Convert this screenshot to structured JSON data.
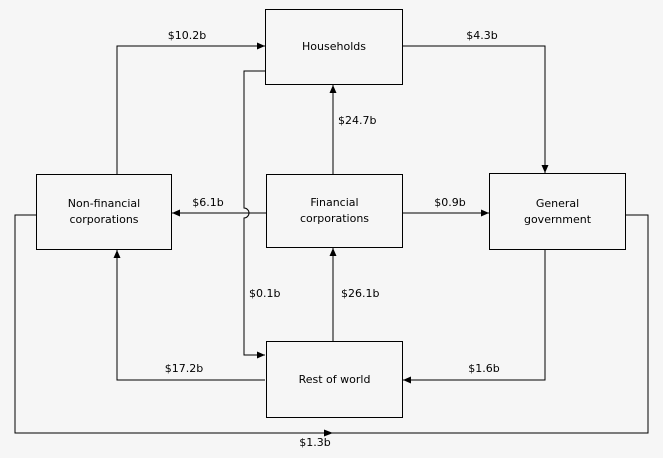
{
  "diagram": {
    "type": "flow-diagram",
    "description": "Financial flows between institutional sectors",
    "nodes": [
      {
        "id": "households",
        "label": "Households"
      },
      {
        "id": "non_financial",
        "label": "Non-financial corporations"
      },
      {
        "id": "financial",
        "label": "Financial corporations"
      },
      {
        "id": "general_gov",
        "label": "General government"
      },
      {
        "id": "rest_of_world",
        "label": "Rest of world"
      }
    ],
    "flows": [
      {
        "from": "Non-financial corporations",
        "to": "Households",
        "value": "$10.2b"
      },
      {
        "from": "Households",
        "to": "General government",
        "value": "$4.3b"
      },
      {
        "from": "Financial corporations",
        "to": "Households",
        "value": "$24.7b"
      },
      {
        "from": "Financial corporations",
        "to": "Non-financial corporations",
        "value": "$6.1b"
      },
      {
        "from": "Financial corporations",
        "to": "General government",
        "value": "$0.9b"
      },
      {
        "from": "Households",
        "to": "Rest of world",
        "value": "$0.1b"
      },
      {
        "from": "Rest of world",
        "to": "Financial corporations",
        "value": "$26.1b"
      },
      {
        "from": "Rest of world",
        "to": "Non-financial corporations",
        "value": "$17.2b"
      },
      {
        "from": "General government",
        "to": "Rest of world",
        "value": "$1.6b"
      },
      {
        "from": "Non-financial corporations",
        "to": "General government",
        "value": "$1.3b"
      }
    ],
    "colors": {
      "background": "#f6f6f6",
      "line": "#000000",
      "text": "#000000"
    }
  }
}
